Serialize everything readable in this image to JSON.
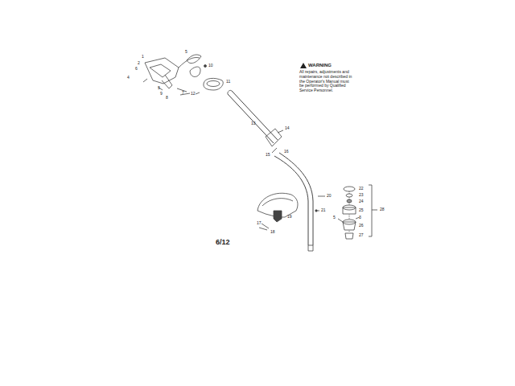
{
  "diagram": {
    "labels": [
      "WARNING",
      "All repairs, adjustments and maintenance not described in the Operator's Manual must be performed by Qualified Service Personnel.",
      "1",
      "5",
      "2",
      "6",
      "4",
      "3",
      "9",
      "8",
      "7",
      "10",
      "11",
      "12",
      "13",
      "14",
      "15",
      "16",
      "19",
      "17",
      "18",
      "20",
      "21",
      "22",
      "23",
      "24",
      "25",
      "5",
      "3",
      "26",
      "27",
      "28",
      "6/12"
    ]
  }
}
